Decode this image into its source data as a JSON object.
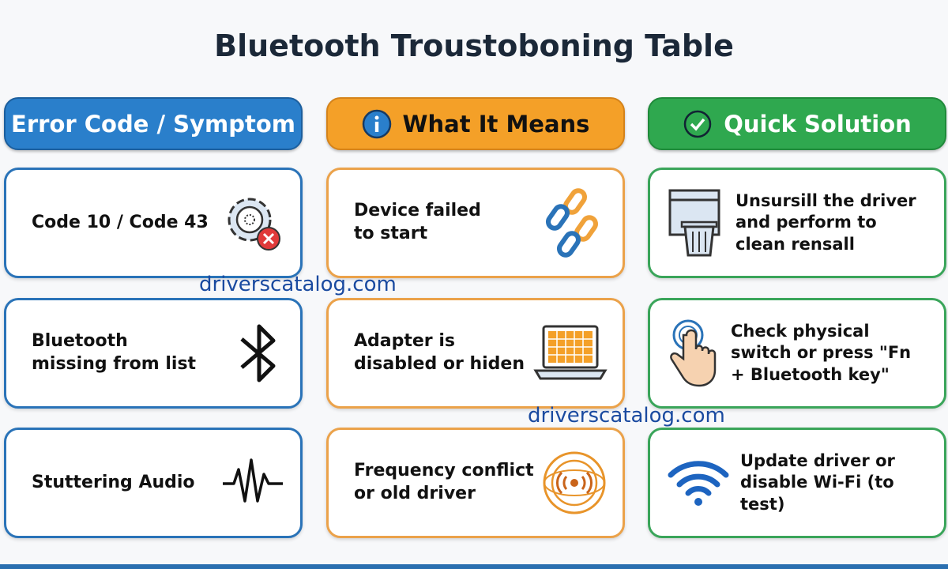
{
  "title": "Bluetooth Troustoboning Table",
  "headers": {
    "col1": "Error Code / Symptom",
    "col2": "What It Means",
    "col3": "Quick Solution"
  },
  "rows": [
    {
      "symptom": "Code 10 / Code 43",
      "meaning": "Device failed to start",
      "solution": "Unsursill the driver and perform to clean rensall",
      "icons": [
        "gear-error-icon",
        "broken-chain-icon",
        "uninstall-trash-icon"
      ]
    },
    {
      "symptom": "Bluetooth missing from list",
      "meaning": "Adapter is disabled or hiden",
      "solution": "Check physical switch or press \"Fn + Bluetooth key\"",
      "icons": [
        "bluetooth-icon",
        "laptop-icon",
        "finger-press-icon"
      ]
    },
    {
      "symptom": "Stuttering Audio",
      "meaning": "Frequency conflict or old driver",
      "solution": "Update driver or disable Wi-Fi (to test)",
      "icons": [
        "waveform-icon",
        "radio-signal-icon",
        "wifi-icon"
      ]
    }
  ],
  "watermarks": [
    "driverscatalog.com",
    "driverscatalog.com"
  ],
  "colors": {
    "blue": "#2a7fcb",
    "orange": "#f4a028",
    "green": "#2fa84f"
  }
}
